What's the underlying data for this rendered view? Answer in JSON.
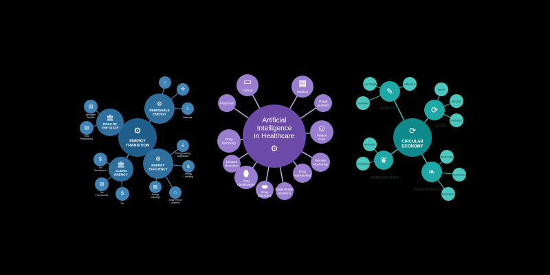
{
  "diagrams": {
    "energy": {
      "hub": "ENERGY TRANSITION",
      "colors": {
        "hub": "#1f5d8a",
        "node": "#2f6f9d",
        "leaf": "#3f84b4",
        "line": "#5a8fb5",
        "text": "#ffffff"
      },
      "subhubs": [
        {
          "label": "ROLE OF THE STATE",
          "icon": "bank-icon",
          "leaves": [
            {
              "label": "Intelligent Taxation",
              "icon": "chart-icon"
            },
            {
              "label": "Grid Regulations",
              "icon": "document-icon"
            }
          ]
        },
        {
          "label": "RENEWABLE ENERGY",
          "icon": "gear-icon",
          "leaves": [
            {
              "label": "",
              "icon": "sun-icon"
            },
            {
              "label": "",
              "icon": "wind-icon"
            },
            {
              "label": "Biomass",
              "icon": "flame-icon"
            }
          ]
        },
        {
          "label": "ENERGY EFFICIENCY",
          "icon": "gear-icon",
          "leaves": [
            {
              "label": "Energy-saving Appliances",
              "icon": "plug-icon"
            },
            {
              "label": "Energy Labelling",
              "icon": "label-icon"
            },
            {
              "label": "Energy Labeling",
              "icon": "doc-icon"
            },
            {
              "label": "Smart Home Systems",
              "icon": "home-icon"
            }
          ]
        },
        {
          "label": "CLEAN ENERGY",
          "icon": "bank-icon",
          "leaves": [
            {
              "label": "Tax Exemptions",
              "icon": "dollar-icon"
            },
            {
              "label": "Tax Frameworks",
              "icon": "document-icon"
            },
            {
              "label": "Tax",
              "icon": "dollar-icon"
            }
          ]
        }
      ]
    },
    "ai": {
      "hub": "Artificial Intelligence in Healthcare",
      "colors": {
        "hub": "#6b4aa8",
        "node": "#9a7fd0",
        "line": "#b9a6e0",
        "text": "#ffffff"
      },
      "nodes": [
        {
          "label": "Diagnosis",
          "icon": ""
        },
        {
          "label": "Clinical",
          "icon": "monitor-icon"
        },
        {
          "label": "Medical",
          "icon": "xray-icon"
        },
        {
          "label": "Image analysis",
          "icon": ""
        },
        {
          "label": "Patient Care",
          "icon": "person-icon"
        },
        {
          "label": "Remote Monitoring",
          "icon": ""
        },
        {
          "label": "Drug repurposing",
          "icon": ""
        },
        {
          "label": "Regenerative medicine",
          "icon": ""
        },
        {
          "label": "Drug Discovery",
          "icon": ""
        },
        {
          "label": "Drug Identification",
          "icon": "pill-icon"
        },
        {
          "label": "Disease detection",
          "icon": ""
        },
        {
          "label": "Drug Discovery",
          "icon": "capsule-icon"
        }
      ]
    },
    "circular": {
      "hub": "CIRCULAR ECONOMY",
      "colors": {
        "hub": "#0f8a8c",
        "node": "#1fa9a6",
        "leaf": "#4cc7bd",
        "line": "#3fb8ae",
        "text": "#ffffff",
        "label": "#1c2b2b"
      },
      "subhubs": [
        {
          "label": "REDESIGN",
          "icon": "pencil-icon",
          "leaves": [
            "Eco-Design",
            "Efficiency",
            "Innovation"
          ]
        },
        {
          "label": "REUSE",
          "icon": "refresh-icon",
          "leaves": [
            "Repair",
            "Upcycles",
            "Refurbish"
          ]
        },
        {
          "label": "REGENERATION",
          "icon": "leaf-icon",
          "leaves": [
            "Reduction",
            "Renewables"
          ]
        },
        {
          "label": "REGENERATION",
          "icon": "sprout-icon",
          "leaves": [
            "Biodiversity",
            "Renewables",
            "Restoration"
          ]
        }
      ]
    }
  }
}
